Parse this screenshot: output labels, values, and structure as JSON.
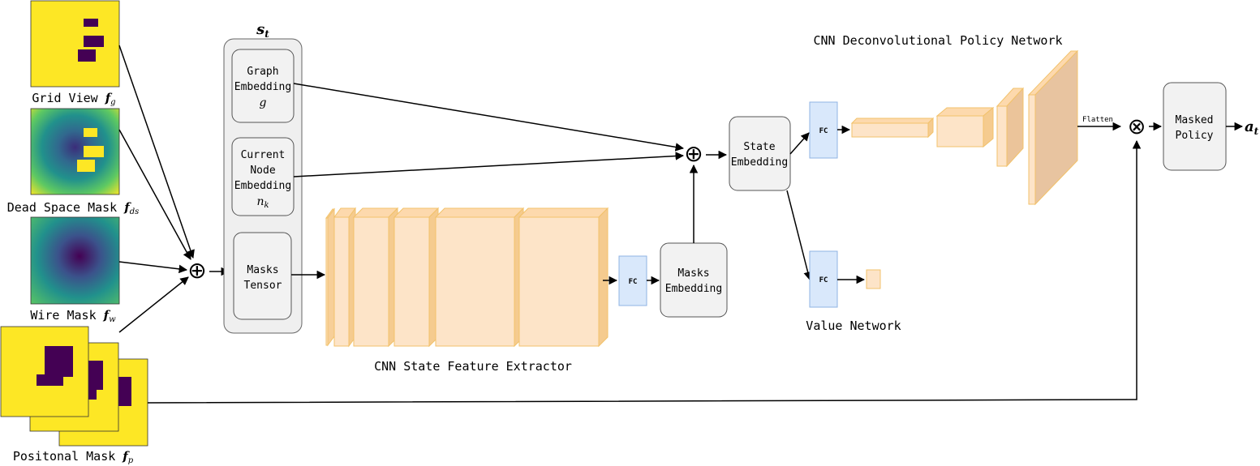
{
  "inputs": {
    "grid_view": {
      "label": "Grid View",
      "symbol": "f",
      "sub": "g"
    },
    "dead_space": {
      "label": "Dead Space Mask",
      "symbol": "f",
      "sub": "ds"
    },
    "wire_mask": {
      "label": "Wire Mask",
      "symbol": "f",
      "sub": "w"
    },
    "positional": {
      "label": "Positonal Mask",
      "symbol": "f",
      "sub": "p"
    }
  },
  "state": {
    "symbol": "s",
    "sub": "t",
    "graph_embedding": {
      "line1": "Graph",
      "line2": "Embedding",
      "symbol": "g"
    },
    "current_node": {
      "line1": "Current",
      "line2": "Node",
      "line3": "Embedding",
      "symbol": "n",
      "sub": "k"
    },
    "masks_tensor": {
      "line1": "Masks",
      "line2": "Tensor"
    }
  },
  "cnn_extractor_label": "CNN State Feature Extractor",
  "fc_label": "FC",
  "masks_embedding": {
    "line1": "Masks",
    "line2": "Embedding"
  },
  "state_embedding": {
    "line1": "State",
    "line2": "Embedding"
  },
  "deconv_label": "CNN Deconvolutional Policy Network",
  "value_label": "Value Network",
  "flatten_label": "Flatten",
  "masked_policy": {
    "line1": "Masked",
    "line2": "Policy"
  },
  "output": {
    "symbol": "a",
    "sub": "t"
  },
  "operators": {
    "sum": "⊕",
    "product": "⊗"
  },
  "colors": {
    "block_fill": "#fde4c8",
    "block_stroke": "#f2c26b",
    "fc_fill": "#d9e8fb",
    "fc_stroke": "#8fb3e3",
    "node_fill": "#f2f2f2",
    "yellow": "#fde725",
    "purple": "#440154"
  }
}
